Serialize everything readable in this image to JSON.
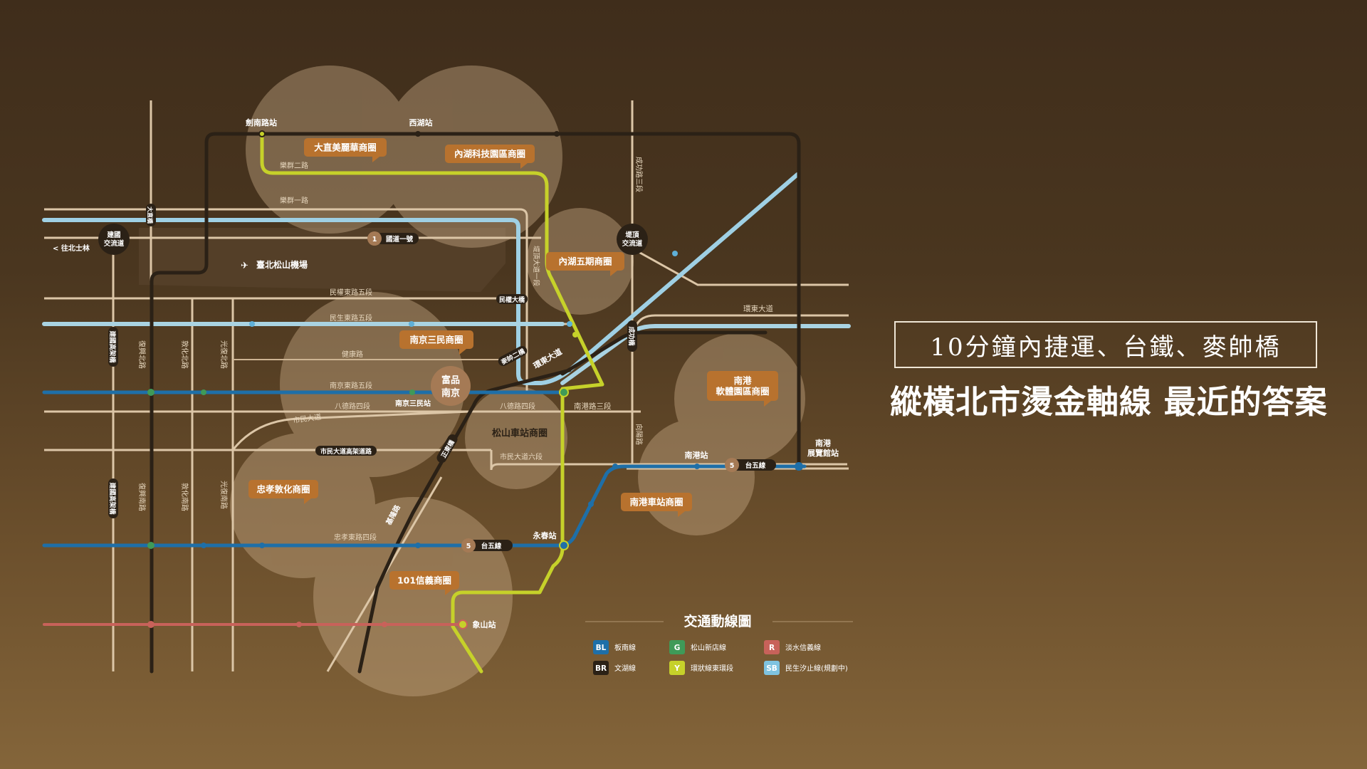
{
  "tagline": "10分鐘內捷運、台鐵、麥帥橋",
  "headline": "縱橫北市燙金軸線 最近的答案",
  "map": {
    "legend_title": "交通動線圖",
    "legend": [
      {
        "code": "BL",
        "name": "板南線",
        "color": "#1e6fa8"
      },
      {
        "code": "G",
        "name": "松山新店線",
        "color": "#3f9a58"
      },
      {
        "code": "R",
        "name": "淡水信義線",
        "color": "#c8625a"
      },
      {
        "code": "BR",
        "name": "文湖線",
        "color": "#2b2116"
      },
      {
        "code": "Y",
        "name": "環狀線東環段",
        "color": "#c6d12a"
      },
      {
        "code": "SB",
        "name": "民生汐止線(規劃中)",
        "color": "#7fc3e0"
      }
    ],
    "stations": {
      "jiannan": "劍南路站",
      "xihu": "西湖站",
      "nangang_exh_1": "南港",
      "nangang_exh_2": "展覽館站",
      "nangang": "南港站",
      "yongchun": "永春站",
      "xiangshan": "象山站",
      "nanjing_sanmin": "南京三民站"
    },
    "site": {
      "line1": "富品",
      "line2": "南京"
    },
    "airport": "臺北松山機場",
    "to_shilin": "< 往北士林",
    "interchanges": {
      "jianguo": {
        "line1": "建國",
        "line2": "交流道"
      },
      "huanshan": {
        "line1": "堤頂",
        "line2": "交流道"
      }
    },
    "route_tags": {
      "freeway": {
        "num": "1",
        "name": "國道一號"
      },
      "provincial_a": {
        "num": "5",
        "name": "台五線"
      },
      "provincial_b": {
        "num": "5",
        "name": "台五線"
      }
    },
    "bridges": {
      "minquan": "民權大橋",
      "maishuai2": "麥帥二橋",
      "chenggong": "成功橋",
      "zhengdong": "正東橋"
    },
    "roads": {
      "lequn2": "樂群二路",
      "lequn1": "樂群一路",
      "minquan_e5": "民權東路五段",
      "minsheng_e5": "民生東路五段",
      "jiankang": "健康路",
      "nanjing_e5": "南京東路五段",
      "bade4_w": "八德路四段",
      "bade4_e": "八德路四段",
      "civic": "市民大道",
      "civic_elev": "市民大道高架道路",
      "civic6": "市民大道六段",
      "zhongxiao_e4": "忠孝東路四段",
      "nangang3": "南港路三段",
      "huandong": "環東大道",
      "huandong2": "環東大道",
      "jilong": "基隆路",
      "chenggong3": "成功路三段",
      "xiangyang": "向陽路",
      "tiding": "堤頂大道一段",
      "dazhiqiao": "大直橋",
      "jianguo_n": "建國高架橋",
      "jianguo_s": "建國高架橋",
      "fuxing_n": "復興北路",
      "fuxing_s": "復興南路",
      "dunhua_n": "敦化北路",
      "dunhua_s": "敦化南路",
      "guangfu_n": "光復北路",
      "guangfu_s": "光復南路"
    },
    "districts": [
      {
        "name": "大直美麗華商圈"
      },
      {
        "name": "內湖科技園區商圈"
      },
      {
        "name": "內湖五期商圈"
      },
      {
        "name": "南京三民商圈"
      },
      {
        "name": "南港\n軟體園區商圈"
      },
      {
        "name": "松山車站商圈"
      },
      {
        "name": "忠孝敦化商圈"
      },
      {
        "name": "南港車站商圈"
      },
      {
        "name": "101信義商圈"
      }
    ]
  }
}
